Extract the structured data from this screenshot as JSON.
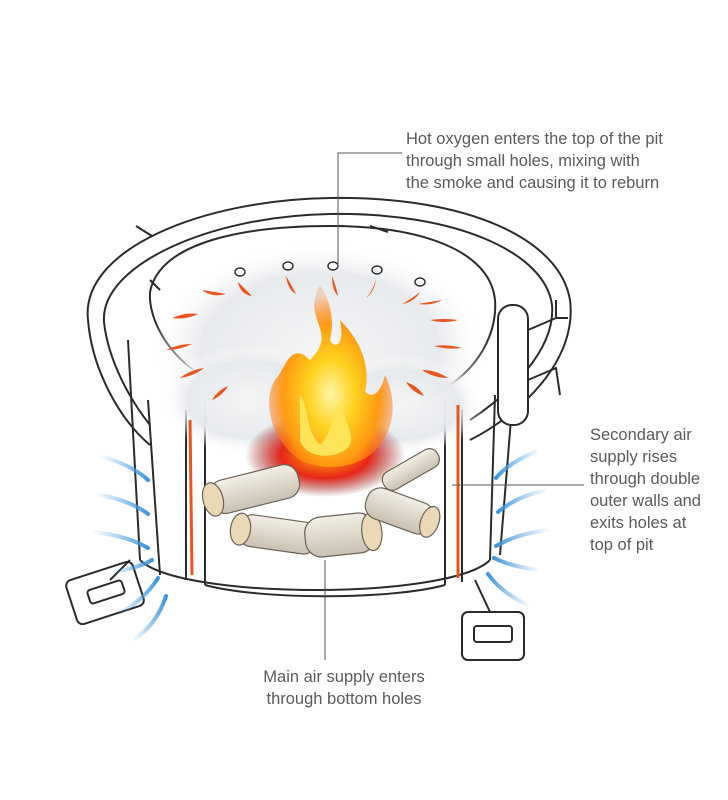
{
  "callouts": {
    "top_oxygen": "Hot oxygen enters the top of the pit\nthrough small holes, mixing with\nthe smoke and causing it to reburn",
    "right_secondary_air": "Secondary air\nsupply rises\nthrough double\nouter walls and\nexits holes at\ntop of pit",
    "bottom_main_air": "Main air supply enters\nthrough bottom holes"
  },
  "colors": {
    "outline": "#2b2b2b",
    "airflow_blue": "#5aa9e6",
    "hot_air_orange": "#e8551e",
    "flame_yellow": "#ffd21f",
    "flame_red": "#e8261a",
    "smoke": "#e9ecef",
    "leader_line": "#555555"
  },
  "icons": [
    "fire-pit-illustration",
    "flame-icon",
    "log-icon",
    "airflow-arrow-icon"
  ]
}
